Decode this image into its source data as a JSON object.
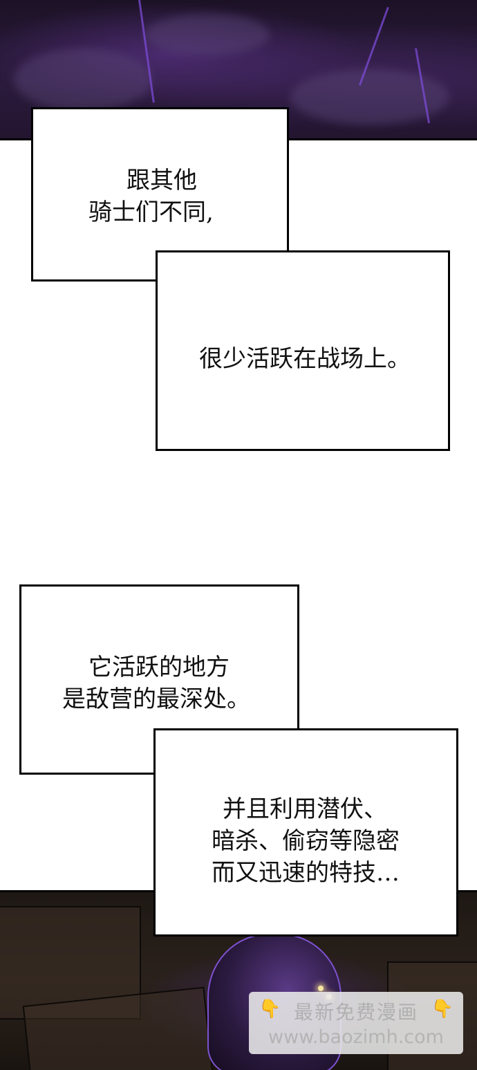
{
  "captions": {
    "c1_line1": "跟其他",
    "c1_line2": "骑士们不同,",
    "c2_line1": "很少活跃在战场上。",
    "c3_line1": "它活跃的地方",
    "c3_line2": "是敌营的最深处。",
    "c4_line1": "并且利用潜伏、",
    "c4_line2": "暗杀、偷窃等隐密",
    "c4_line3": "而又迅速的特技…"
  },
  "watermark": {
    "line1": "最新免费漫画",
    "line2": "www.baozimh.com",
    "hand_icon": "pointing-down-hand-icon"
  },
  "colors": {
    "top_panel": "#2b1a3c",
    "bottom_panel": "#2a211b",
    "accent_purple": "#7b4bd6",
    "eye_glow": "#f6e7a1"
  }
}
